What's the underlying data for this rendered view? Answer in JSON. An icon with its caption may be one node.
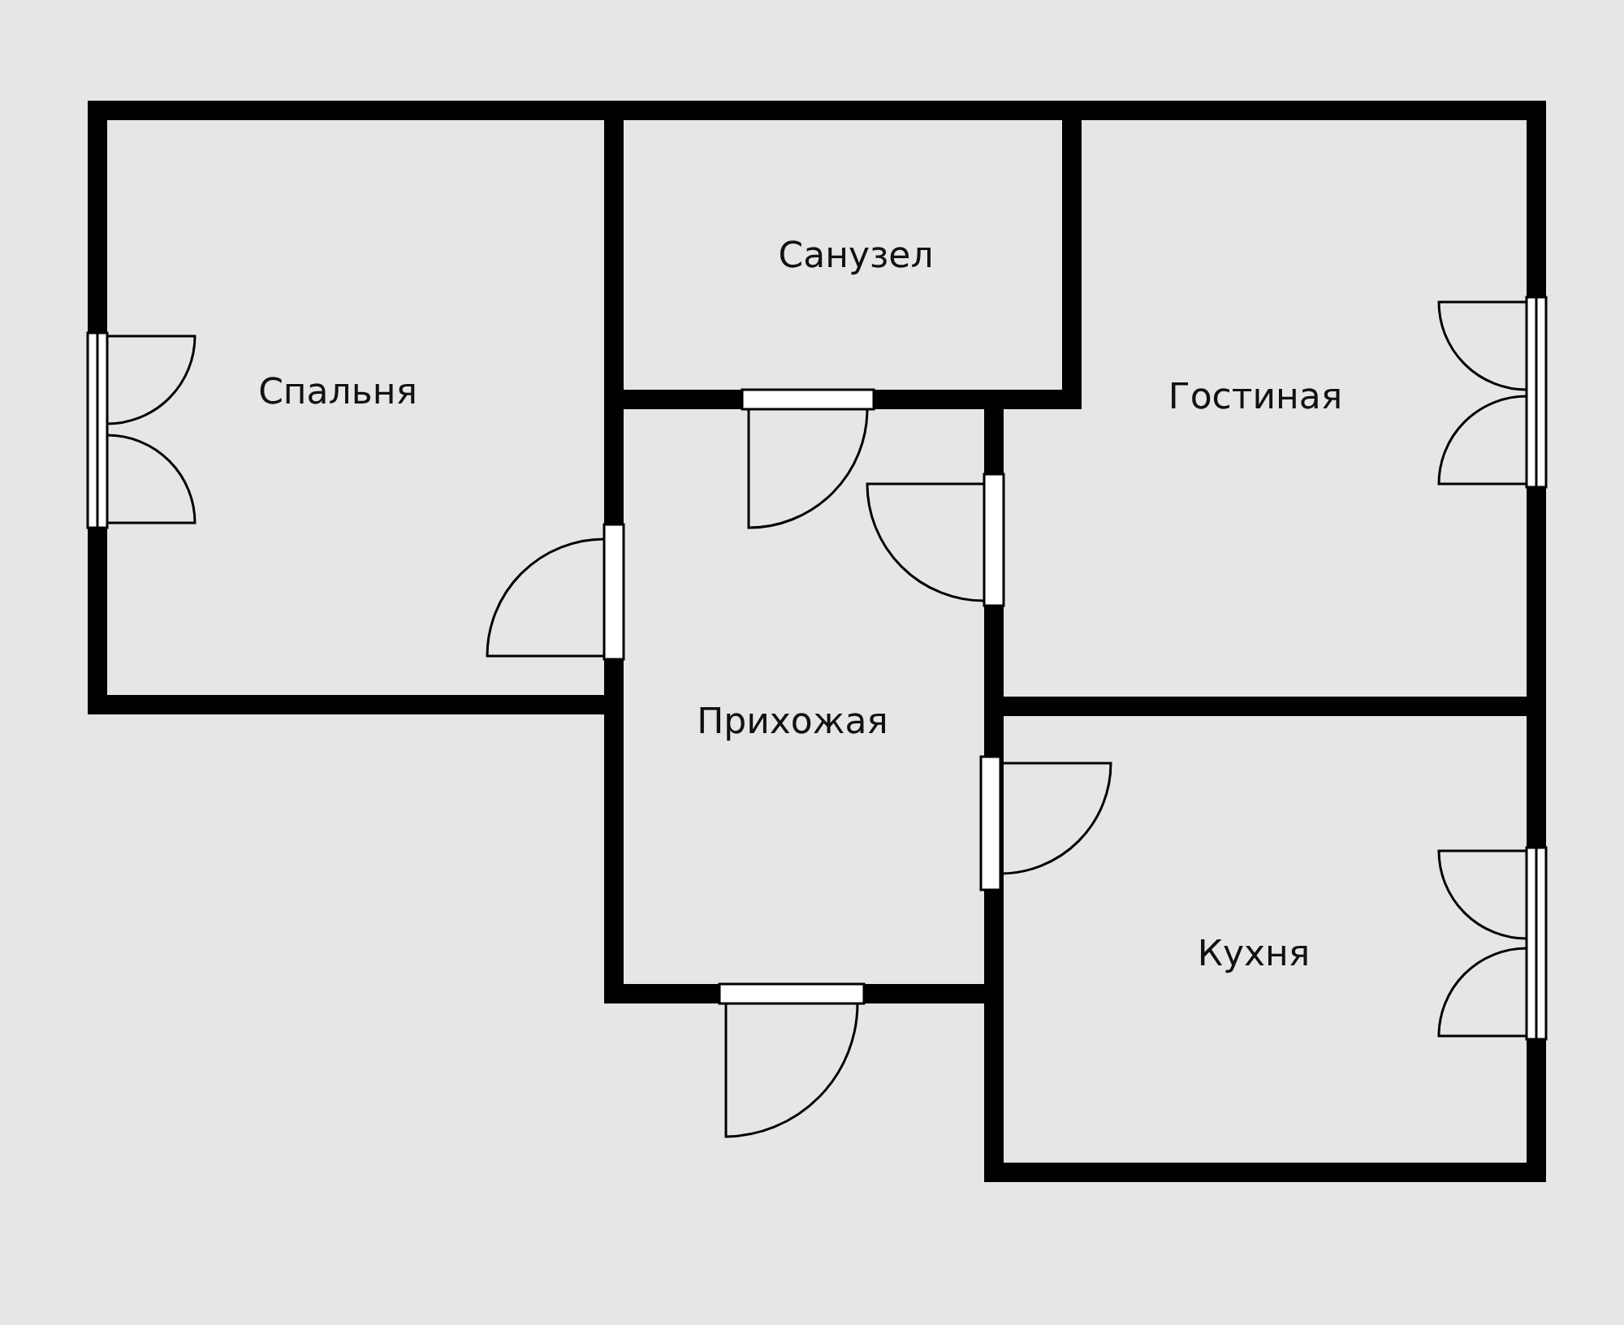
{
  "diagram": {
    "nodes": [
      {
        "text": [
          "Спальня"
        ]
      },
      {
        "text": [
          "Санузел"
        ]
      },
      {
        "text": [
          "Гостиная"
        ]
      },
      {
        "text": [
          "Прихожая"
        ]
      },
      {
        "text": [
          "Кухня"
        ]
      }
    ]
  }
}
